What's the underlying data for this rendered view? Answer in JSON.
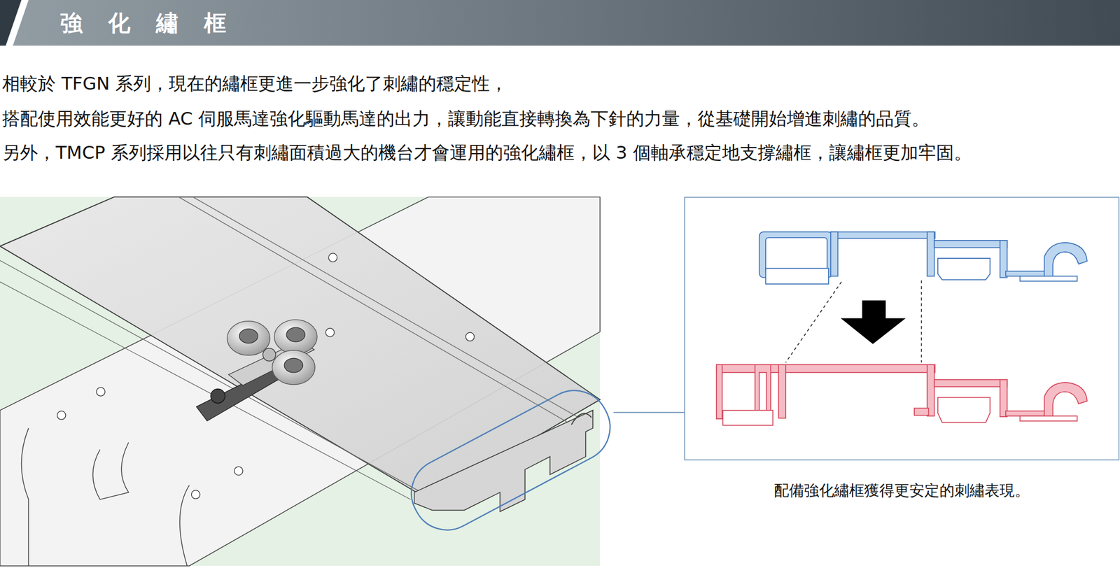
{
  "diagram": {
    "title": "強化繡框",
    "caption": "配備強化繡框獲得更安定的刺繡表現。",
    "labels": [
      "相較於 TFGN 系列，現在的繡框更進一步強化了刺繡的穩定性，",
      "搭配使用效能更好的 AC 伺服馬達強化驅動馬達的出力，讓動能直接轉換為下針的力量，從基礎開始增進刺繡的品質。",
      "另外，TMCP 系列採用以往只有刺繡面積過大的機台才會運用的強化繡框，以 3 個軸承穩定地支撐繡框，讓繡框更加牢固。"
    ]
  }
}
